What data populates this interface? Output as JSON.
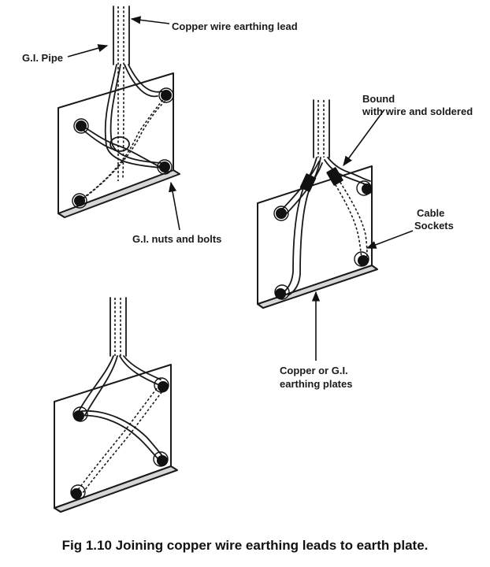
{
  "labels": {
    "copper_wire_earthing_lead": "Copper wire earthing lead",
    "gi_pipe": "G.I. Pipe",
    "gi_nuts_and_bolts": "G.I. nuts and bolts",
    "bound_line1": "Bound",
    "bound_line2": "with wire and soldered",
    "cable_sockets_line1": "Cable",
    "cable_sockets_line2": "Sockets",
    "earthing_plates_line1": "Copper or G.I.",
    "earthing_plates_line2": "earthing plates"
  },
  "caption": "Fig 1.10 Joining copper wire earthing leads to earth plate."
}
